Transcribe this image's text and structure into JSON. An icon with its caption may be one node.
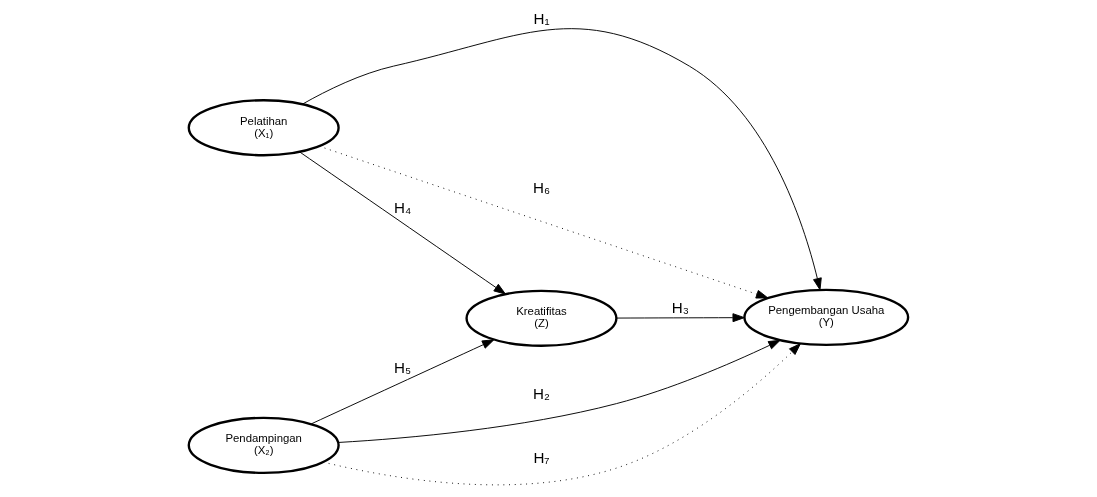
{
  "diagram": {
    "nodes": [
      {
        "text": [
          "Pelatihan",
          "(X₁)"
        ]
      },
      {
        "text": [
          "Kreatifitas",
          "(Z)"
        ]
      },
      {
        "text": [
          "Pengembangan Usaha",
          "(Y)"
        ]
      },
      {
        "text": [
          "Pendampingan",
          "(X₂)"
        ]
      }
    ],
    "edges": [
      {
        "from": 0,
        "to": 2,
        "arrow": "to",
        "label": "H₁"
      },
      {
        "from": 3,
        "to": 2,
        "arrow": "to",
        "label": "H₂"
      },
      {
        "from": 1,
        "to": 2,
        "arrow": "to",
        "label": "H₃"
      },
      {
        "from": 0,
        "to": 1,
        "arrow": "to",
        "label": "H₄"
      },
      {
        "from": 3,
        "to": 1,
        "arrow": "to",
        "label": "H₅"
      },
      {
        "from": 0,
        "to": 2,
        "arrow": "to",
        "label": "H₆",
        "style": "dashed"
      },
      {
        "from": 3,
        "to": 2,
        "arrow": "to",
        "label": "H₇",
        "style": "dashed"
      }
    ]
  }
}
